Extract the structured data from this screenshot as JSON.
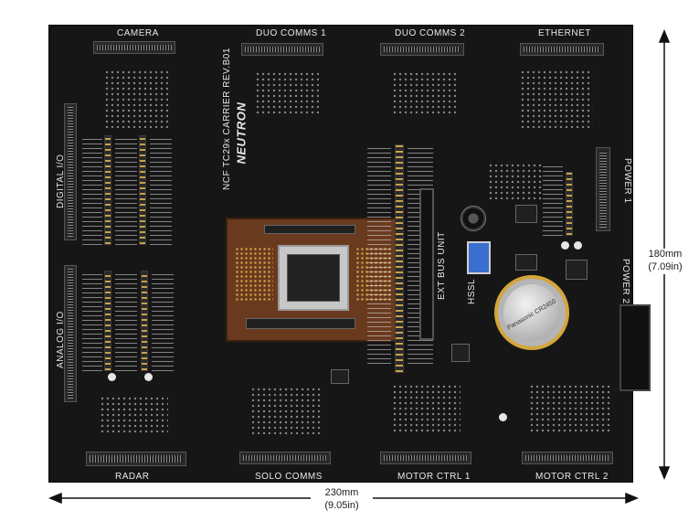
{
  "board": {
    "title": "NCF TC29x CARRIER REV.B01",
    "logo_text": "NEUTRON",
    "connectors": {
      "camera": "CAMERA",
      "duo_comms_1": "DUO COMMS 1",
      "duo_comms_2": "DUO COMMS 2",
      "ethernet": "ETHERNET",
      "digital_io": "DIGITAL I/O",
      "analog_io": "ANALOG I/O",
      "ext_bus_unit": "EXT BUS UNIT",
      "hssl": "HSSL",
      "power_1": "POWER 1",
      "power_2": "POWER 2",
      "radar": "RADAR",
      "solo_comms": "SOLO COMMS",
      "motor_ctrl_1": "MOTOR CTRL 1",
      "motor_ctrl_2": "MOTOR CTRL 2"
    },
    "battery_text": "Panasonic CR2450"
  },
  "dimensions": {
    "height_mm": "180mm",
    "height_in": "(7.09in)",
    "width_mm": "230mm",
    "width_in": "(9.05in)"
  },
  "colors": {
    "board": "#161616",
    "module": "#6a3a1f",
    "header_gold": "#c9a24a",
    "usb_blue": "#3a6fd0"
  }
}
